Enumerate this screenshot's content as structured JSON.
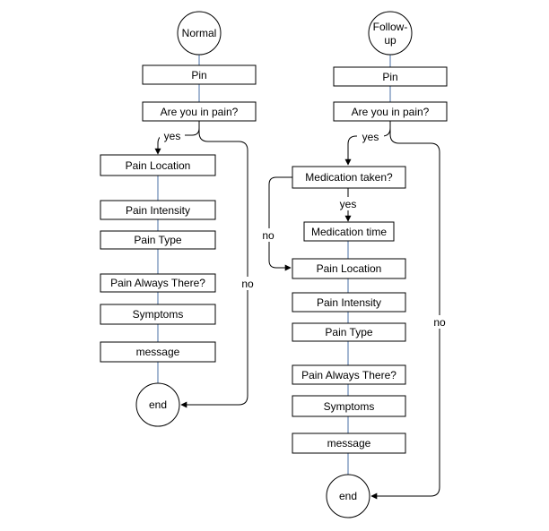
{
  "diagram": {
    "colors": {
      "line": "#4a6fa5",
      "connector": "#000000",
      "box_border": "#000000",
      "background": "#ffffff"
    },
    "normal": {
      "start": "Normal",
      "pin": "Pin",
      "question": "Are you in pain?",
      "yes_label": "yes",
      "no_label": "no",
      "pain_location": "Pain Location",
      "pain_intensity": "Pain Intensity",
      "pain_type": "Pain Type",
      "pain_always": "Pain Always There?",
      "symptoms": "Symptoms",
      "message": "message",
      "end": "end"
    },
    "followup": {
      "start_line1": "Follow-",
      "start_line2": "up",
      "pin": "Pin",
      "question": "Are you in pain?",
      "yes_label": "yes",
      "no_label": "no",
      "medication_taken": "Medication taken?",
      "med_yes_label": "yes",
      "med_no_label": "no",
      "medication_time": "Medication time",
      "pain_location": "Pain Location",
      "pain_intensity": "Pain Intensity",
      "pain_type": "Pain Type",
      "pain_always": "Pain Always There?",
      "symptoms": "Symptoms",
      "message": "message",
      "end": "end"
    }
  }
}
